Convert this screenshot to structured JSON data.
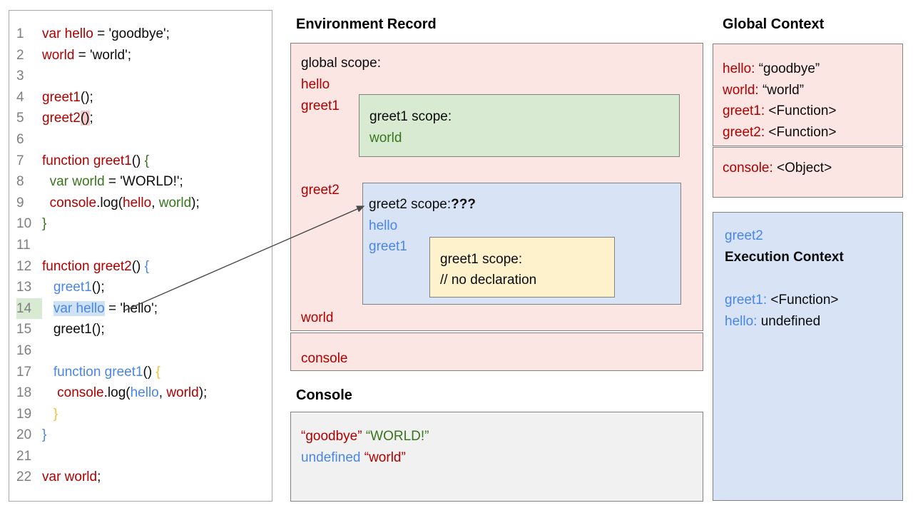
{
  "palette": {
    "pink_box": "#fbe6e4",
    "green_box": "#d9ead3",
    "blue_box": "#d8e4f5",
    "yellow_box": "#fdf2cc",
    "gray_box": "#f1f1f1",
    "red_text": "#b00000",
    "green_text": "#38761d",
    "blue_text": "#4a86e8",
    "orange_text": "#f1c232"
  },
  "code": {
    "lines": [
      {
        "num": "1",
        "segments": [
          {
            "text": "var hello",
            "color": "red"
          },
          {
            "text": " = 'goodbye';"
          }
        ]
      },
      {
        "num": "2",
        "segments": [
          {
            "text": "world",
            "color": "red"
          },
          {
            "text": " = 'world';"
          }
        ]
      },
      {
        "num": "3",
        "segments": []
      },
      {
        "num": "4",
        "segments": [
          {
            "text": "greet1",
            "color": "red"
          },
          {
            "text": "();"
          }
        ]
      },
      {
        "num": "5",
        "segments": [
          {
            "text": "greet2",
            "color": "red"
          },
          {
            "text": "()",
            "bg": "pink"
          },
          {
            "text": ";"
          }
        ]
      },
      {
        "num": "6",
        "segments": []
      },
      {
        "num": "7",
        "segments": [
          {
            "text": "function greet1",
            "color": "red"
          },
          {
            "text": "() "
          },
          {
            "text": "{",
            "color": "green"
          }
        ]
      },
      {
        "num": "8",
        "segments": [
          {
            "text": "  "
          },
          {
            "text": "var world",
            "color": "green"
          },
          {
            "text": " = 'WORLD!';"
          }
        ]
      },
      {
        "num": "9",
        "segments": [
          {
            "text": "  "
          },
          {
            "text": "console",
            "color": "red"
          },
          {
            "text": ".log("
          },
          {
            "text": "hello",
            "color": "red"
          },
          {
            "text": ", "
          },
          {
            "text": "world",
            "color": "green"
          },
          {
            "text": ");"
          }
        ]
      },
      {
        "num": "10",
        "segments": [
          {
            "text": "}",
            "color": "green"
          }
        ]
      },
      {
        "num": "11",
        "segments": []
      },
      {
        "num": "12",
        "segments": [
          {
            "text": "function greet2",
            "color": "red"
          },
          {
            "text": "() "
          },
          {
            "text": "{",
            "color": "blue"
          }
        ]
      },
      {
        "num": "13",
        "segments": [
          {
            "text": "   "
          },
          {
            "text": "greet1",
            "color": "blue"
          },
          {
            "text": "();"
          }
        ]
      },
      {
        "num": "14",
        "num_bg": "green",
        "segments": [
          {
            "text": "   "
          },
          {
            "text": "var hello",
            "color": "blue",
            "bg": "blue"
          },
          {
            "text": " = 'hello';"
          }
        ]
      },
      {
        "num": "15",
        "segments": [
          {
            "text": "   greet1();"
          }
        ]
      },
      {
        "num": "16",
        "segments": []
      },
      {
        "num": "17",
        "segments": [
          {
            "text": "   "
          },
          {
            "text": "function greet1",
            "color": "blue"
          },
          {
            "text": "() "
          },
          {
            "text": "{",
            "color": "orange"
          }
        ]
      },
      {
        "num": "18",
        "segments": [
          {
            "text": "    "
          },
          {
            "text": "console",
            "color": "red"
          },
          {
            "text": ".log("
          },
          {
            "text": "hello",
            "color": "blue"
          },
          {
            "text": ", "
          },
          {
            "text": "world",
            "color": "red"
          },
          {
            "text": ");"
          }
        ]
      },
      {
        "num": "19",
        "segments": [
          {
            "text": "   "
          },
          {
            "text": "}",
            "color": "orange"
          }
        ]
      },
      {
        "num": "20",
        "segments": [
          {
            "text": "}",
            "color": "blue"
          }
        ]
      },
      {
        "num": "21",
        "segments": []
      },
      {
        "num": "22",
        "segments": [
          {
            "text": "var world",
            "color": "red"
          },
          {
            "text": ";"
          }
        ]
      }
    ]
  },
  "env_record": {
    "title": "Environment Record",
    "global_scope_label": [
      {
        "text": "global scope:"
      }
    ],
    "hello_label": [
      {
        "text": "hello",
        "color": "red"
      }
    ],
    "greet1_label": [
      {
        "text": "greet1",
        "color": "red"
      }
    ],
    "greet1_scope_lines": [
      [
        {
          "text": "greet1 scope:"
        }
      ],
      [
        {
          "text": "world",
          "color": "green"
        }
      ]
    ],
    "greet2_label": [
      {
        "text": "greet2",
        "color": "red"
      }
    ],
    "greet2_scope_lines": [
      [
        {
          "text": "greet2 scope:"
        },
        {
          "text": "???",
          "bold": true
        }
      ],
      [
        {
          "text": "hello",
          "color": "blue"
        }
      ],
      [
        {
          "text": "greet1",
          "color": "blue"
        }
      ]
    ],
    "inner_greet1_scope_lines": [
      [
        {
          "text": "greet1 scope:"
        }
      ],
      [
        {
          "text": "// no declaration"
        }
      ]
    ],
    "world_label": [
      {
        "text": "world",
        "color": "red"
      }
    ],
    "console_label": [
      {
        "text": "console",
        "color": "red"
      }
    ]
  },
  "console_panel": {
    "title": "Console",
    "lines": [
      [
        {
          "text": "“goodbye”",
          "color": "red"
        },
        {
          "text": " "
        },
        {
          "text": "“WORLD!”",
          "color": "green"
        }
      ],
      [
        {
          "text": "undefined",
          "color": "blue"
        },
        {
          "text": " "
        },
        {
          "text": "“world”",
          "color": "red"
        }
      ]
    ]
  },
  "global_context": {
    "title": "Global Context",
    "lines": [
      [
        {
          "text": "hello:",
          "color": "red"
        },
        {
          "text": " “goodbye”"
        }
      ],
      [
        {
          "text": "world:",
          "color": "red"
        },
        {
          "text": " “world”"
        }
      ],
      [
        {
          "text": "greet1:",
          "color": "red"
        },
        {
          "text": " <Function>"
        }
      ],
      [
        {
          "text": "greet2:",
          "color": "red"
        },
        {
          "text": " <Function>"
        }
      ]
    ],
    "console_line": [
      {
        "text": "console:",
        "color": "red"
      },
      {
        "text": " <Object>"
      }
    ]
  },
  "execution_context": {
    "lines": [
      [
        {
          "text": "greet2",
          "color": "blue"
        }
      ],
      [
        {
          "text": "Execution Context",
          "bold": true
        }
      ],
      [],
      [
        {
          "text": "greet1:",
          "color": "blue"
        },
        {
          "text": " <Function>"
        }
      ],
      [
        {
          "text": "hello:",
          "color": "blue"
        },
        {
          "text": " undefined"
        }
      ]
    ]
  }
}
